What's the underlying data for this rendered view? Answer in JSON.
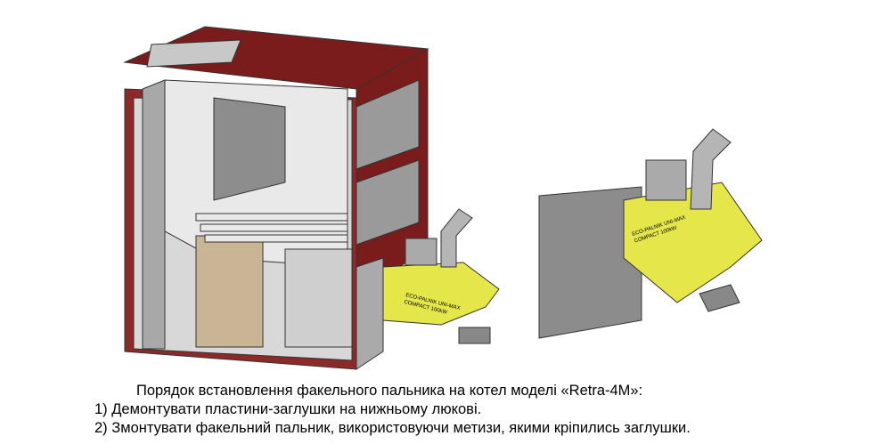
{
  "figure": {
    "burner_label_line1": "ECO-PALNIK UNI-MAX",
    "burner_label_line2": "COMPACT 100kW",
    "colors": {
      "boiler_red": "#7a1c1c",
      "burner_yellow": "#e4e64a",
      "steel": "#b8b8b8"
    }
  },
  "caption": {
    "title": "Порядок встановлення факельного пальника на котел моделі «Retra-4M»:",
    "step1": "1) Демонтувати пластини-заглушки на нижньому люкові.",
    "step2": "2) Змонтувати факельний пальник, використовуючи метизи, якими кріпились заглушки."
  }
}
